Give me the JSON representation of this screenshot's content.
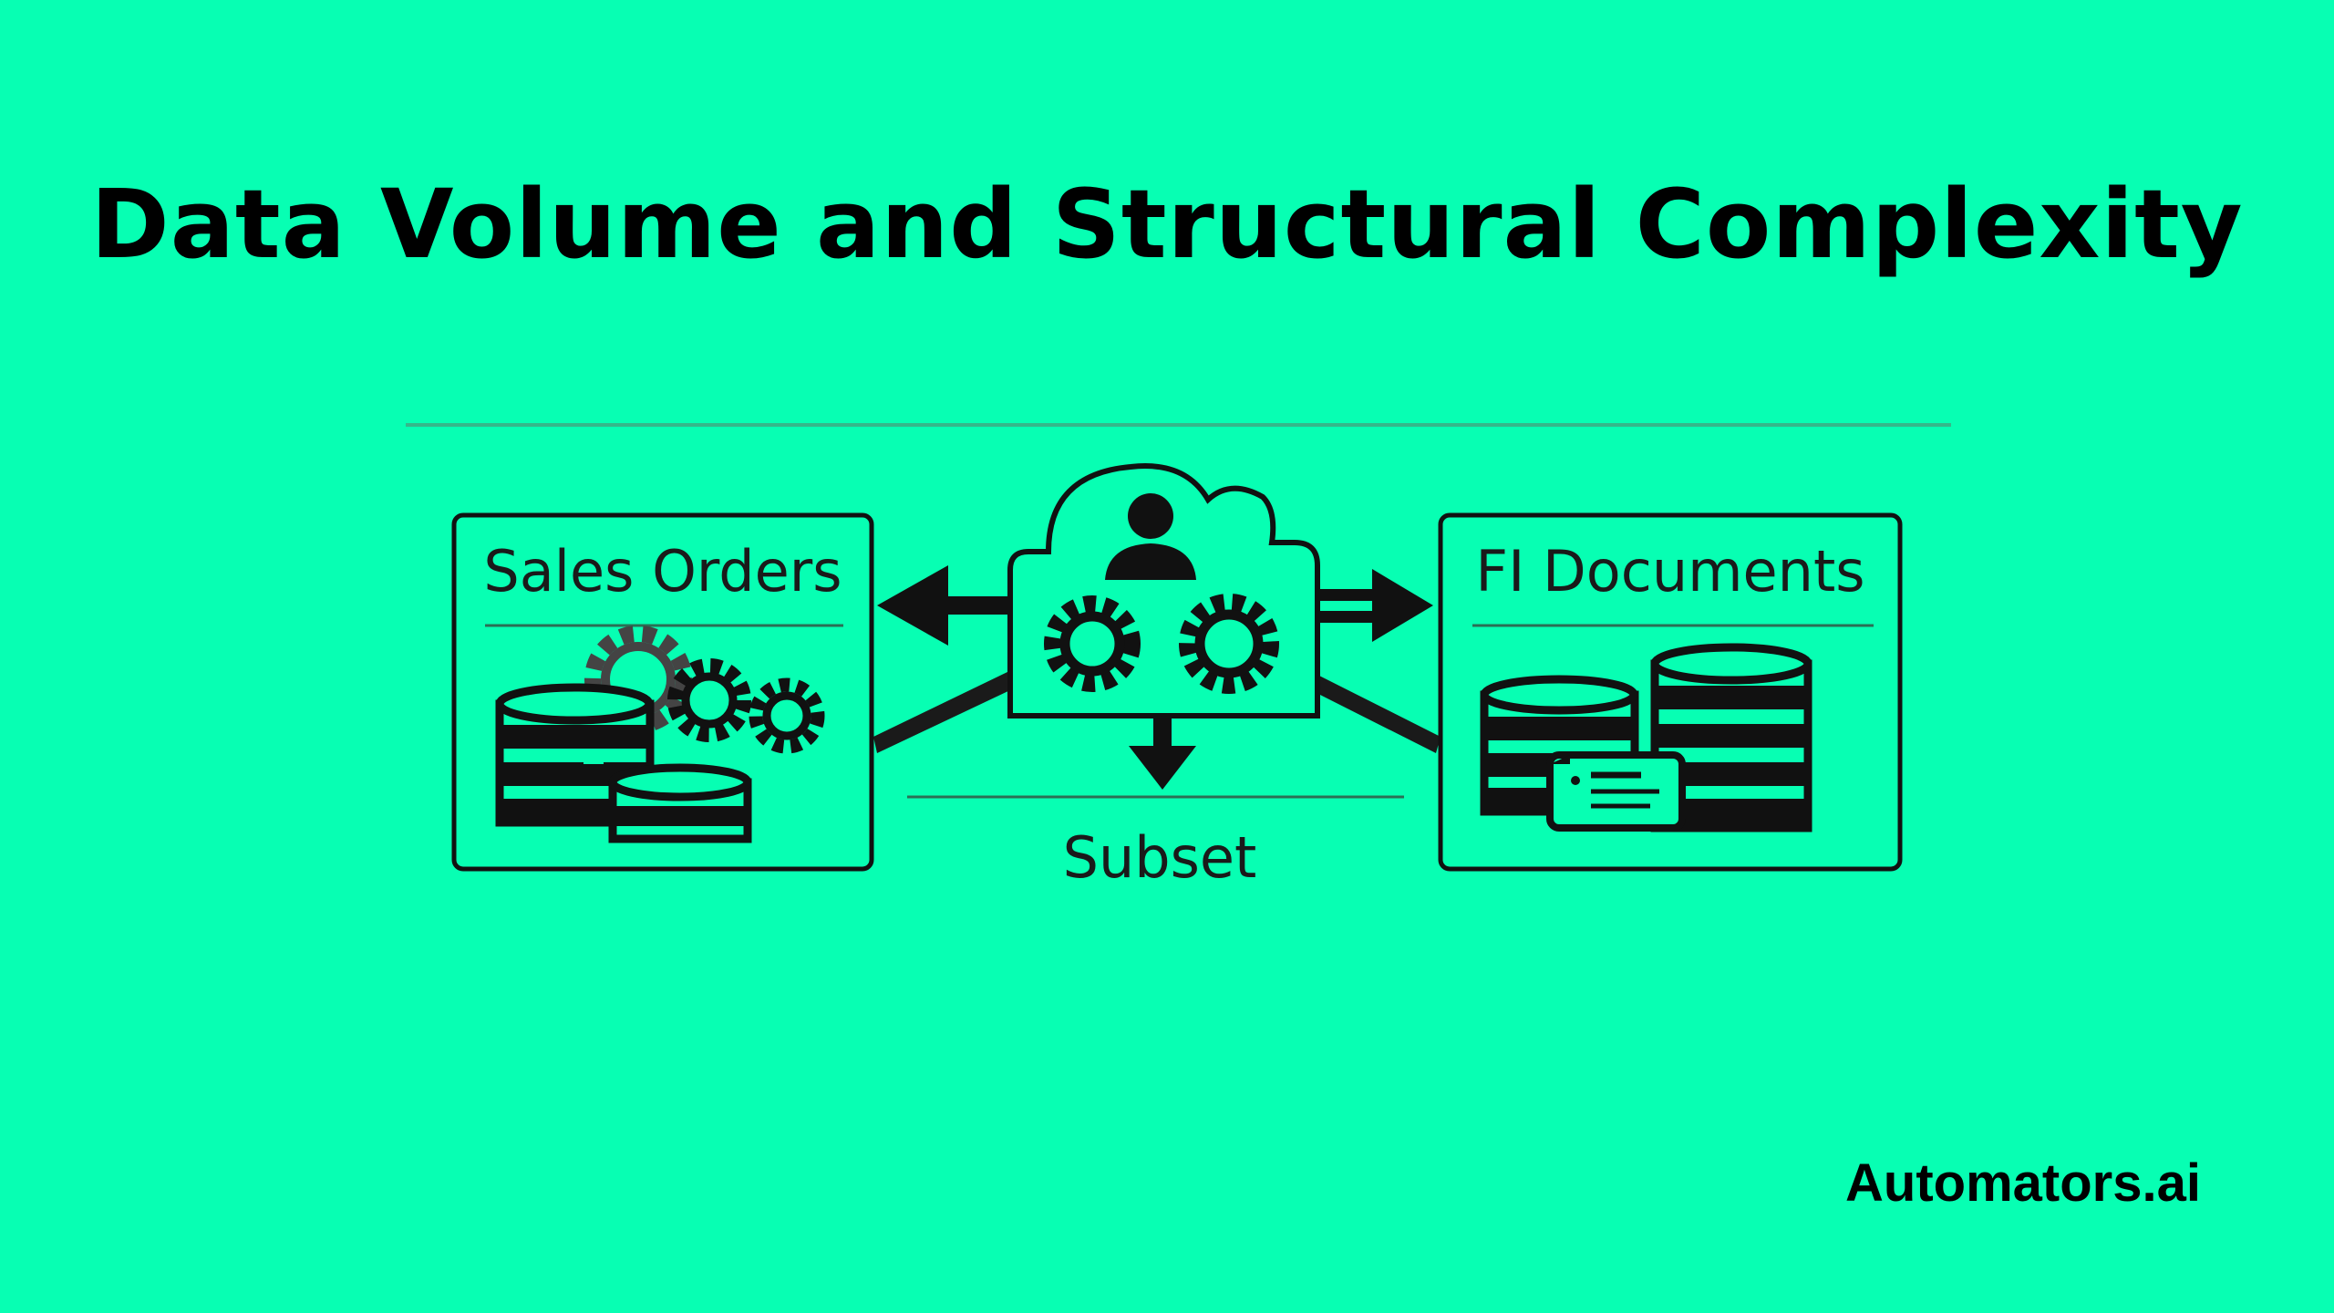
{
  "title": "Data Volume and Structural Complexity",
  "diagram": {
    "left_box": {
      "label": "Sales Orders",
      "icon": "database-gears-icon"
    },
    "center": {
      "icon": "cloud-user-gears-icon",
      "output_label": "Subset"
    },
    "right_box": {
      "label": "FI Documents",
      "icon": "database-document-icon"
    }
  },
  "footer": {
    "brand": "Automators.ai"
  },
  "colors": {
    "background": "#07ffb3",
    "ink": "#000000"
  }
}
